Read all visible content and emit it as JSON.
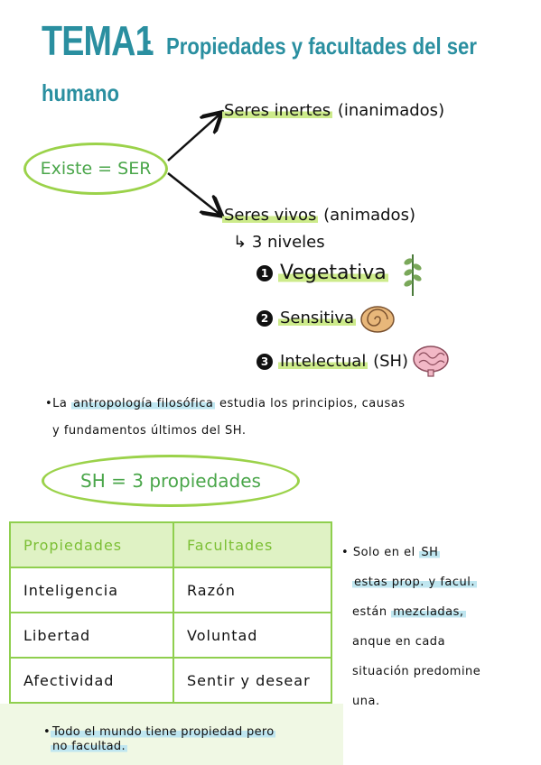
{
  "title": {
    "tema": "TEMA1",
    "colon": ":",
    "rest": "Propiedades y facultades del ser",
    "line2": "humano"
  },
  "diagram": {
    "root": "Existe = SER",
    "branch1": {
      "label": "Seres inertes",
      "paren": "(inanimados)"
    },
    "branch2": {
      "label": "Seres vivos",
      "paren": "(animados)"
    },
    "levels_arrow": "↳",
    "levels": "3 niveles",
    "items": [
      {
        "num": "1",
        "label": "Vegetativa",
        "extra": "",
        "icon": "plant-icon"
      },
      {
        "num": "2",
        "label": "Sensitiva",
        "extra": "",
        "icon": "snail-shell-icon"
      },
      {
        "num": "3",
        "label": "Intelectual",
        "extra": "(SH)",
        "icon": "brain-icon"
      }
    ]
  },
  "paragraph": {
    "bullet": "•",
    "pre": "La",
    "highlight": "antropología filosófica",
    "post": "estudia los principios, causas",
    "line2": "y fundamentos últimos del SH."
  },
  "oval2": "SH = 3 propiedades",
  "table": {
    "headers": [
      "Propiedades",
      "Facultades"
    ],
    "rows": [
      [
        "Inteligencia",
        "Razón"
      ],
      [
        "Libertad",
        "Voluntad"
      ],
      [
        "Afectividad",
        "Sentir y desear"
      ]
    ]
  },
  "side_note": {
    "bullet": "•",
    "l1a": "Solo en el",
    "l1b": "SH",
    "l2": "estas prop. y facul.",
    "l3a": "están",
    "l3b": "mezcladas,",
    "l4": "anque en cada",
    "l5": "situación predomine",
    "l6": "una."
  },
  "bottom_note": {
    "bullet": "•",
    "line1": "Todo el mundo tiene propiedad pero",
    "line2": "no facultad."
  }
}
